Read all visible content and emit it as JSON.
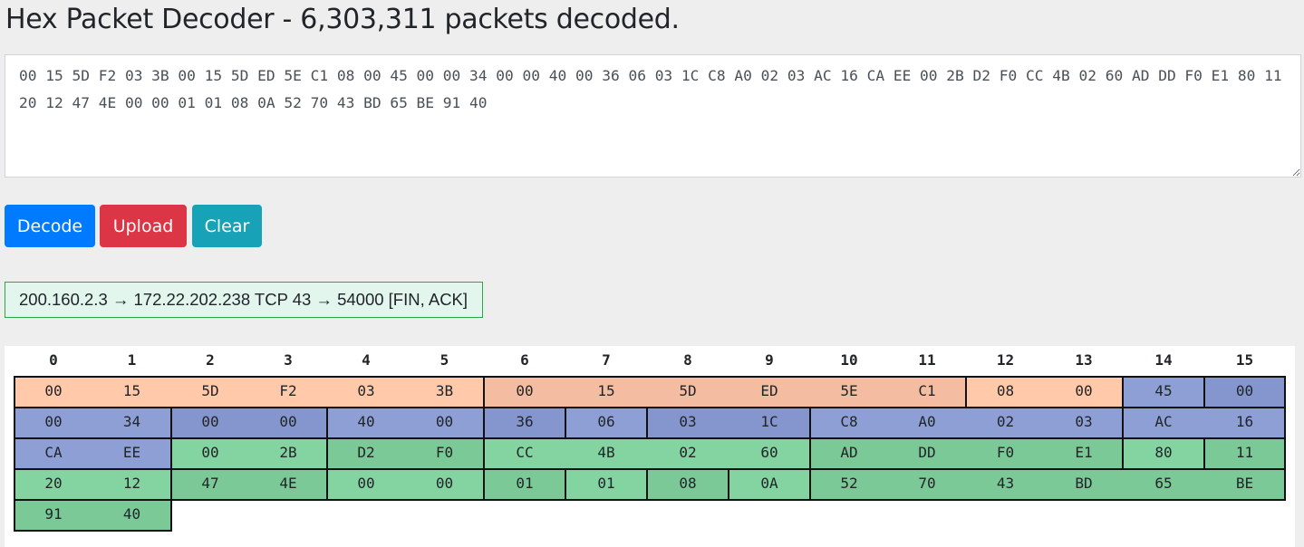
{
  "page": {
    "title": "Hex Packet Decoder - 6,303,311 packets decoded."
  },
  "hex_input": {
    "value": "00 15 5D F2 03 3B 00 15 5D ED 5E C1 08 00 45 00 00 34 00 00 40 00 36 06 03 1C C8 A0 02 03 AC 16 CA EE 00 2B D2 F0 CC 4B 02 60 AD DD F0 E1 80 11 20 12 47 4E 00 00 01 01 08 0A 52 70 43 BD 65 BE 91 40"
  },
  "buttons": {
    "decode": "Decode",
    "upload": "Upload",
    "clear": "Clear"
  },
  "summary": {
    "text": "200.160.2.3 → 172.22.202.238 TCP 43 → 54000 [FIN, ACK]"
  },
  "hex_view": {
    "columns": [
      "0",
      "1",
      "2",
      "3",
      "4",
      "5",
      "6",
      "7",
      "8",
      "9",
      "10",
      "11",
      "12",
      "13",
      "14",
      "15"
    ],
    "bytes": [
      "00",
      "15",
      "5D",
      "F2",
      "03",
      "3B",
      "00",
      "15",
      "5D",
      "ED",
      "5E",
      "C1",
      "08",
      "00",
      "45",
      "00",
      "00",
      "34",
      "00",
      "00",
      "40",
      "00",
      "36",
      "06",
      "03",
      "1C",
      "C8",
      "A0",
      "02",
      "03",
      "AC",
      "16",
      "CA",
      "EE",
      "00",
      "2B",
      "D2",
      "F0",
      "CC",
      "4B",
      "02",
      "60",
      "AD",
      "DD",
      "F0",
      "E1",
      "80",
      "11",
      "20",
      "12",
      "47",
      "4E",
      "00",
      "00",
      "01",
      "01",
      "08",
      "0A",
      "52",
      "70",
      "43",
      "BD",
      "65",
      "BE",
      "91",
      "40"
    ],
    "fields": [
      {
        "start": 0,
        "length": 6,
        "color": "#ffc9aa"
      },
      {
        "start": 6,
        "length": 6,
        "color": "#f4bda1"
      },
      {
        "start": 12,
        "length": 2,
        "color": "#ffc9aa"
      },
      {
        "start": 14,
        "length": 1,
        "color": "#8d9fd5"
      },
      {
        "start": 15,
        "length": 1,
        "color": "#8496cd"
      },
      {
        "start": 16,
        "length": 2,
        "color": "#8d9fd5"
      },
      {
        "start": 18,
        "length": 2,
        "color": "#8496cd"
      },
      {
        "start": 20,
        "length": 2,
        "color": "#8d9fd5"
      },
      {
        "start": 22,
        "length": 1,
        "color": "#8496cd"
      },
      {
        "start": 23,
        "length": 1,
        "color": "#8d9fd5"
      },
      {
        "start": 24,
        "length": 2,
        "color": "#8496cd"
      },
      {
        "start": 26,
        "length": 4,
        "color": "#8d9fd5"
      },
      {
        "start": 30,
        "length": 4,
        "color": "#8d9fd5"
      },
      {
        "start": 34,
        "length": 2,
        "color": "#84d4a1"
      },
      {
        "start": 36,
        "length": 2,
        "color": "#7bc997"
      },
      {
        "start": 38,
        "length": 4,
        "color": "#84d4a1"
      },
      {
        "start": 42,
        "length": 4,
        "color": "#7bc997"
      },
      {
        "start": 46,
        "length": 1,
        "color": "#84d4a1"
      },
      {
        "start": 47,
        "length": 1,
        "color": "#7bc997"
      },
      {
        "start": 48,
        "length": 2,
        "color": "#84d4a1"
      },
      {
        "start": 50,
        "length": 2,
        "color": "#7bc997"
      },
      {
        "start": 52,
        "length": 2,
        "color": "#84d4a1"
      },
      {
        "start": 54,
        "length": 1,
        "color": "#7bc997"
      },
      {
        "start": 55,
        "length": 1,
        "color": "#84d4a1"
      },
      {
        "start": 56,
        "length": 1,
        "color": "#7bc997"
      },
      {
        "start": 57,
        "length": 1,
        "color": "#84d4a1"
      },
      {
        "start": 58,
        "length": 8,
        "color": "#7bc997"
      }
    ]
  }
}
